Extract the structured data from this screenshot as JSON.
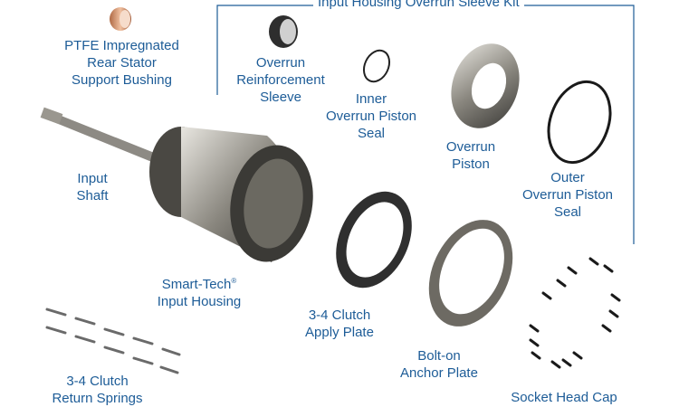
{
  "kit": {
    "title": "Input Housing Overrun Sleeve Kit",
    "frame_color": "#1d5c97"
  },
  "label_color": "#1d5c97",
  "parts": {
    "bushing": [
      "PTFE Impregnated",
      "Rear Stator",
      "Support Bushing"
    ],
    "sleeve": [
      "Overrun",
      "Reinforcement",
      "Sleeve"
    ],
    "inner_seal": [
      "Inner",
      "Overrun Piston",
      "Seal"
    ],
    "piston": [
      "Overrun",
      "Piston"
    ],
    "outer_seal": [
      "Outer",
      "Overrun Piston",
      "Seal"
    ],
    "shaft": [
      "Input",
      "Shaft"
    ],
    "housing": [
      "Smart-Tech",
      "®",
      "Input Housing"
    ],
    "apply_plate": [
      "3-4 Clutch",
      "Apply Plate"
    ],
    "anchor_plate": [
      "Bolt-on",
      "Anchor Plate"
    ],
    "springs": [
      "3-4 Clutch",
      "Return Springs"
    ],
    "screws": [
      "Socket Head Cap"
    ]
  }
}
